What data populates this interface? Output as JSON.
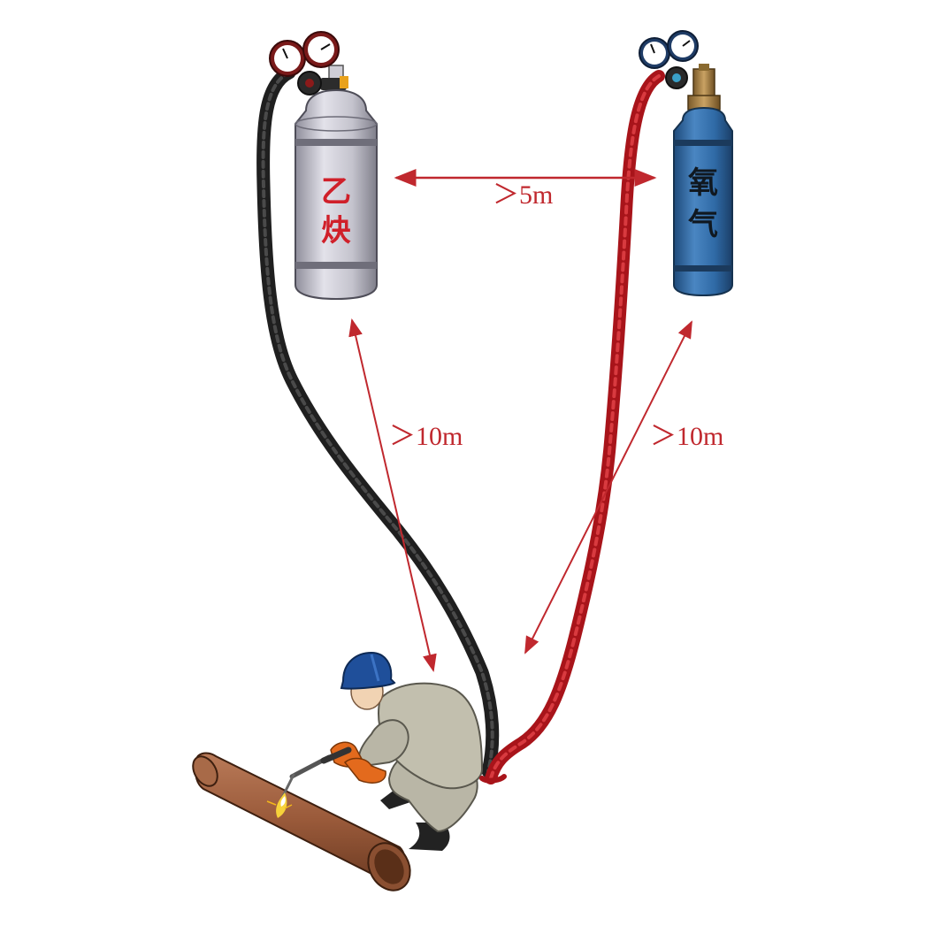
{
  "diagram": {
    "acetylene_cylinder": {
      "label_line1": "乙",
      "label_line2": "炔"
    },
    "oxygen_cylinder": {
      "label_line1": "氧",
      "label_line2": "气"
    },
    "distances": {
      "between_cylinders": "＞5m",
      "acetylene_to_work": "＞10m",
      "oxygen_to_work": "＞10m"
    }
  },
  "colors": {
    "dimension_red": "#c0282e",
    "acetylene_body": "#c4c3cd",
    "oxygen_body": "#2f6aa6",
    "acetylene_hose": "#2a2a2a",
    "oxygen_hose": "#b5161c",
    "pipe": "#9a5a3a",
    "helmet": "#1f4f9a",
    "workwear": "#b9b6a6",
    "gloves": "#e36a1d"
  },
  "icons": [
    "acetylene-cylinder",
    "oxygen-cylinder",
    "pressure-gauge-icon",
    "welding-torch-icon",
    "worker",
    "pipe"
  ]
}
